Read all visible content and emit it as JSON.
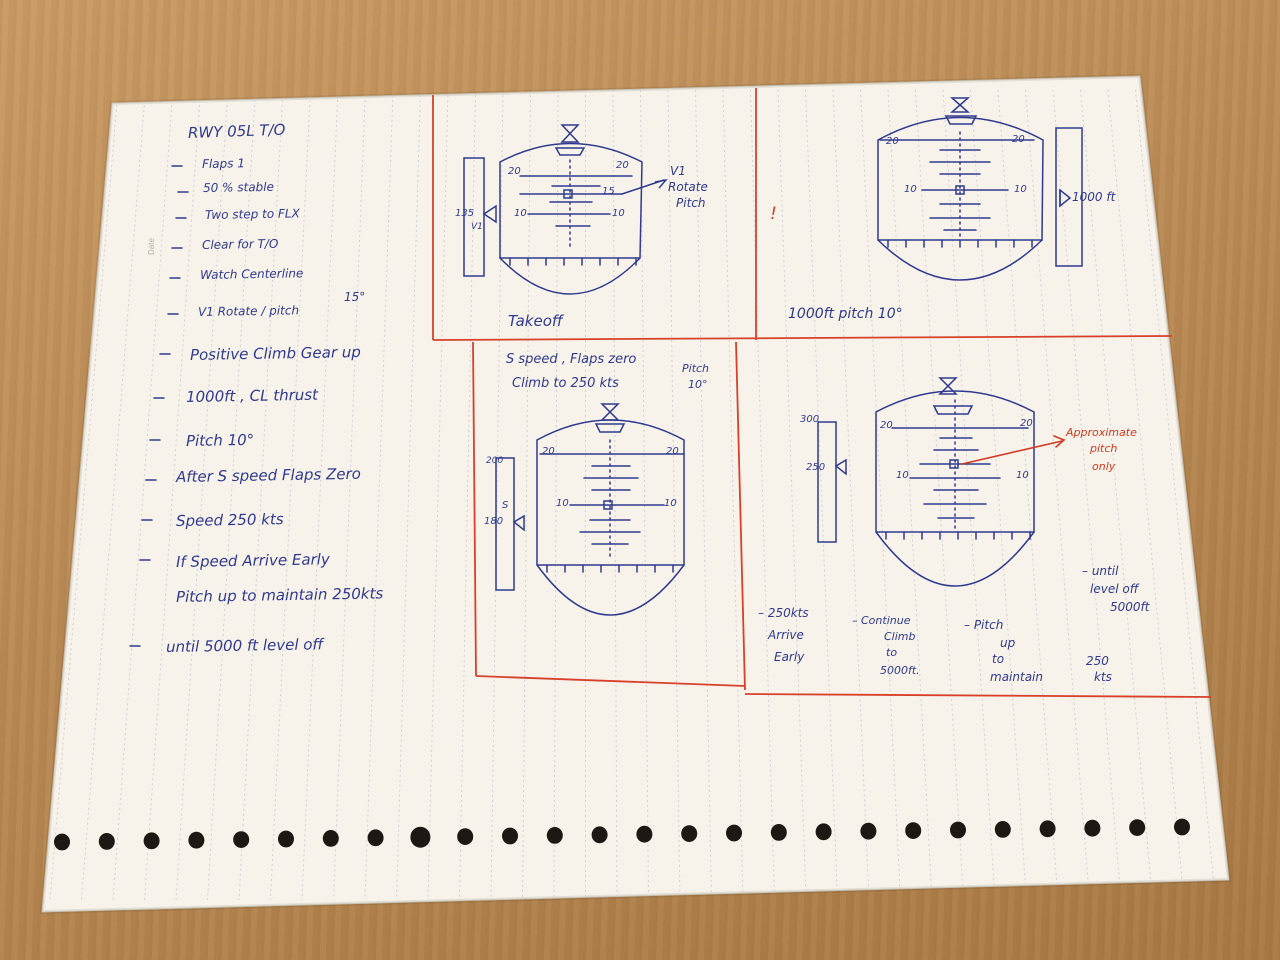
{
  "page": {
    "date_label": "Date"
  },
  "checklist": {
    "title": "RWY 05L T/O",
    "items": [
      "Flaps 1",
      "50 % stable",
      "Two step to FLX",
      "Clear for T/O",
      "Watch Centerline",
      "V1 Rotate / pitch",
      "Positive Climb Gear up",
      "1000ft , CL thrust",
      "Pitch 10°",
      "After S speed Flaps Zero",
      "Speed 250 kts",
      "If Speed Arrive Early",
      "Pitch up to maintain 250kts",
      "until 5000 ft level off"
    ],
    "pitch_note": "15°"
  },
  "panels": {
    "takeoff": {
      "speed_value": "135",
      "speed_marker": "V1",
      "pitch_top_left": "20",
      "pitch_top_right": "20",
      "pitch_mid_right": "15",
      "pitch_low_left": "10",
      "pitch_low_right": "10",
      "note_line1": "V1",
      "note_line2": "Rotate",
      "note_line3": "Pitch",
      "caption": "Takeoff",
      "mark": "!"
    },
    "thousand": {
      "pitch_top_left": "20",
      "pitch_top_right": "20",
      "pitch_low_left": "10",
      "pitch_low_right": "10",
      "altitude": "1000 ft",
      "caption": "1000ft pitch 10°"
    },
    "s_speed": {
      "line1": "S speed , Flaps zero",
      "line2": "Climb to 250 kts",
      "side_line1": "Pitch",
      "side_line2": "10°",
      "speed_top": "200",
      "speed_s": "S",
      "speed_value": "180",
      "pitch_top_left": "20",
      "pitch_top_right": "20",
      "pitch_low_left": "10",
      "pitch_low_right": "10"
    },
    "arrive_early": {
      "speed_top": "300",
      "speed_value": "250",
      "pitch_top_left": "20",
      "pitch_top_right": "20",
      "pitch_low_left": "10",
      "pitch_low_right": "10",
      "red_line1": "Approximate",
      "red_line2": "pitch",
      "red_line3": "only",
      "right_line1": "– until",
      "right_line2": "level off",
      "right_line3": "5000ft",
      "bottom": {
        "col1": [
          "– 250kts",
          "Arrive",
          "Early"
        ],
        "col2": [
          "– Continue",
          "Climb",
          "to",
          "5000ft."
        ],
        "col3": [
          "– Pitch",
          "up",
          "to",
          "maintain"
        ],
        "col4": [
          "250",
          "kts"
        ]
      }
    }
  },
  "colors": {
    "ink": "#2f3a8f",
    "red_ink": "#d23a22",
    "paper": "#f7f3ea"
  }
}
